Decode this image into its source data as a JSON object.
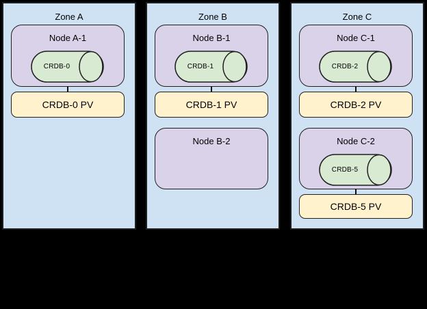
{
  "diagram": {
    "background": "#000000",
    "colors": {
      "zone_fill": "#cfe2f3",
      "node_fill": "#d9d2e9",
      "pod_fill": "#d9ead3",
      "pv_fill": "#fff2cc",
      "border": "#1f1f1f"
    },
    "zones": [
      {
        "title": "Zone A",
        "nodes": [
          {
            "label": "Node A-1",
            "pod": "CRDB-0",
            "pv": "CRDB-0 PV"
          }
        ]
      },
      {
        "title": "Zone B",
        "nodes": [
          {
            "label": "Node B-1",
            "pod": "CRDB-1",
            "pv": "CRDB-1 PV"
          },
          {
            "label": "Node B-2"
          }
        ]
      },
      {
        "title": "Zone C",
        "nodes": [
          {
            "label": "Node C-1",
            "pod": "CRDB-2",
            "pv": "CRDB-2 PV"
          },
          {
            "label": "Node C-2",
            "pod": "CRDB-5",
            "pv": "CRDB-5 PV"
          }
        ]
      }
    ]
  }
}
